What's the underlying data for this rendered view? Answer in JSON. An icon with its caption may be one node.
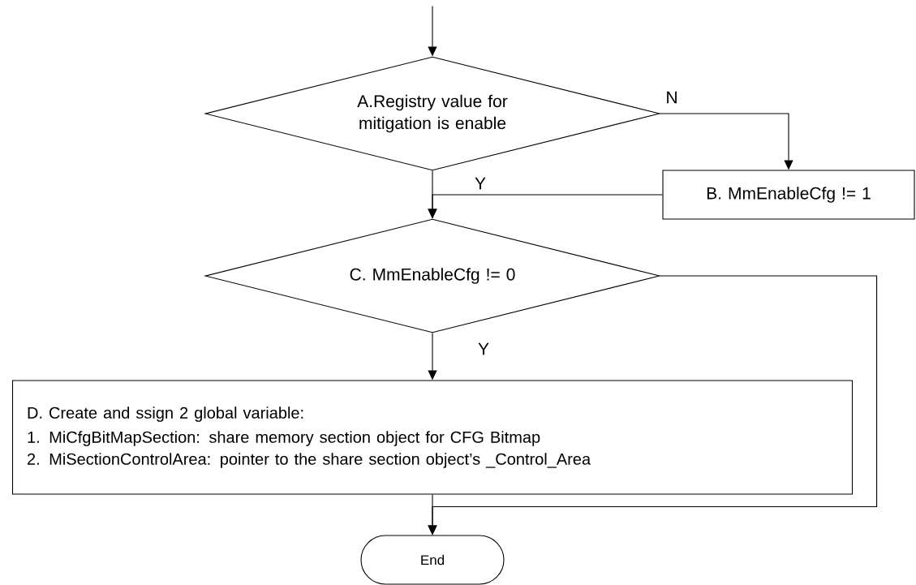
{
  "diagram": {
    "nodes": [
      {
        "text": [
          "A.Registry value for mitigation  is enable"
        ]
      },
      {
        "text": [
          "B. MmEnableCfg != 1"
        ]
      },
      {
        "text": [
          "C. MmEnableCfg != 0"
        ]
      },
      {
        "text": [
          "D. Create and ssign 2 global variable:",
          "1.  MiCfgBitMapSection: share memory section object for CFG Bitmap",
          "2. MiSectionControlArea:  pointer to the share section object’s _Control_Area"
        ]
      },
      {
        "text": [
          "End"
        ]
      }
    ],
    "edges": [
      {
        "from": null,
        "to": 0,
        "arrow": "to"
      },
      {
        "from": 0,
        "to": 1,
        "arrow": "to",
        "label": "N"
      },
      {
        "from": 0,
        "to": 2,
        "arrow": "to"
      },
      {
        "from": 1,
        "to": 2,
        "arrow": "to",
        "label": "Y"
      },
      {
        "from": 2,
        "to": 3,
        "arrow": "to",
        "label": "Y"
      },
      {
        "from": 3,
        "to": 4,
        "arrow": "to"
      },
      {
        "from": 2,
        "to": 4,
        "arrow": "to"
      }
    ]
  }
}
